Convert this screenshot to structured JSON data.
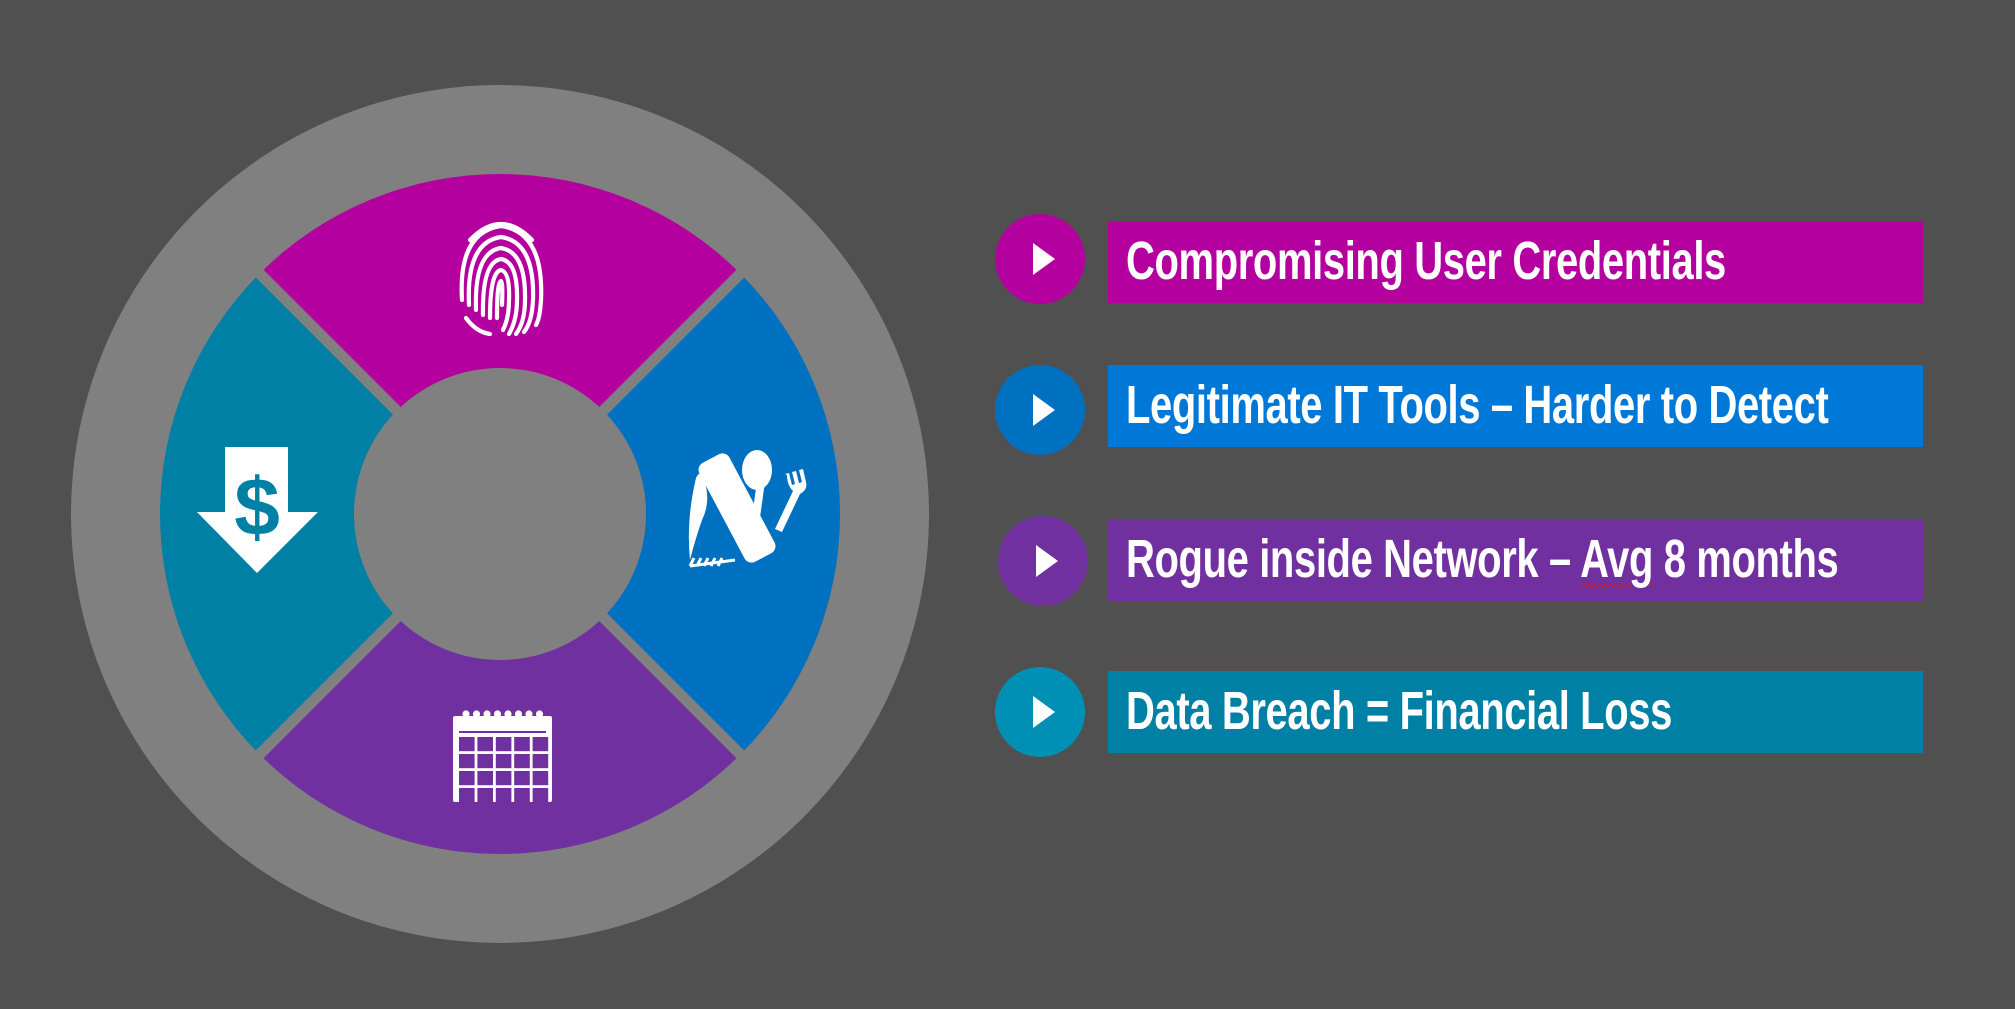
{
  "wheel": {
    "segments": [
      {
        "name": "top",
        "icon": "fingerprint-icon",
        "color": "#B4009E"
      },
      {
        "name": "right",
        "icon": "swiss-army-knife-icon",
        "color": "#0070C0"
      },
      {
        "name": "bottom",
        "icon": "calendar-icon",
        "color": "#7030A0"
      },
      {
        "name": "left",
        "icon": "dollar-down-arrow-icon",
        "color": "#0080A4"
      }
    ],
    "ring_color": "#808080",
    "background": "#505050"
  },
  "items": [
    {
      "text": "Compromising User Credentials",
      "bar_color": "#B4009E",
      "bullet_color": "#B4009E",
      "icon": "play-arrow-icon"
    },
    {
      "text": "Legitimate IT Tools – Harder to Detect",
      "bar_color": "#0078D7",
      "bullet_color": "#0070C0",
      "icon": "play-arrow-icon"
    },
    {
      "text_before": "Rogue inside Network – ",
      "text_marked": "Avg",
      "text_after": " 8 months",
      "bar_color": "#7030A0",
      "bullet_color": "#7030A0",
      "icon": "play-arrow-icon"
    },
    {
      "text": "Data Breach = Financial Loss",
      "bar_color": "#0080A4",
      "bullet_color": "#008FB5",
      "icon": "play-arrow-icon"
    }
  ]
}
